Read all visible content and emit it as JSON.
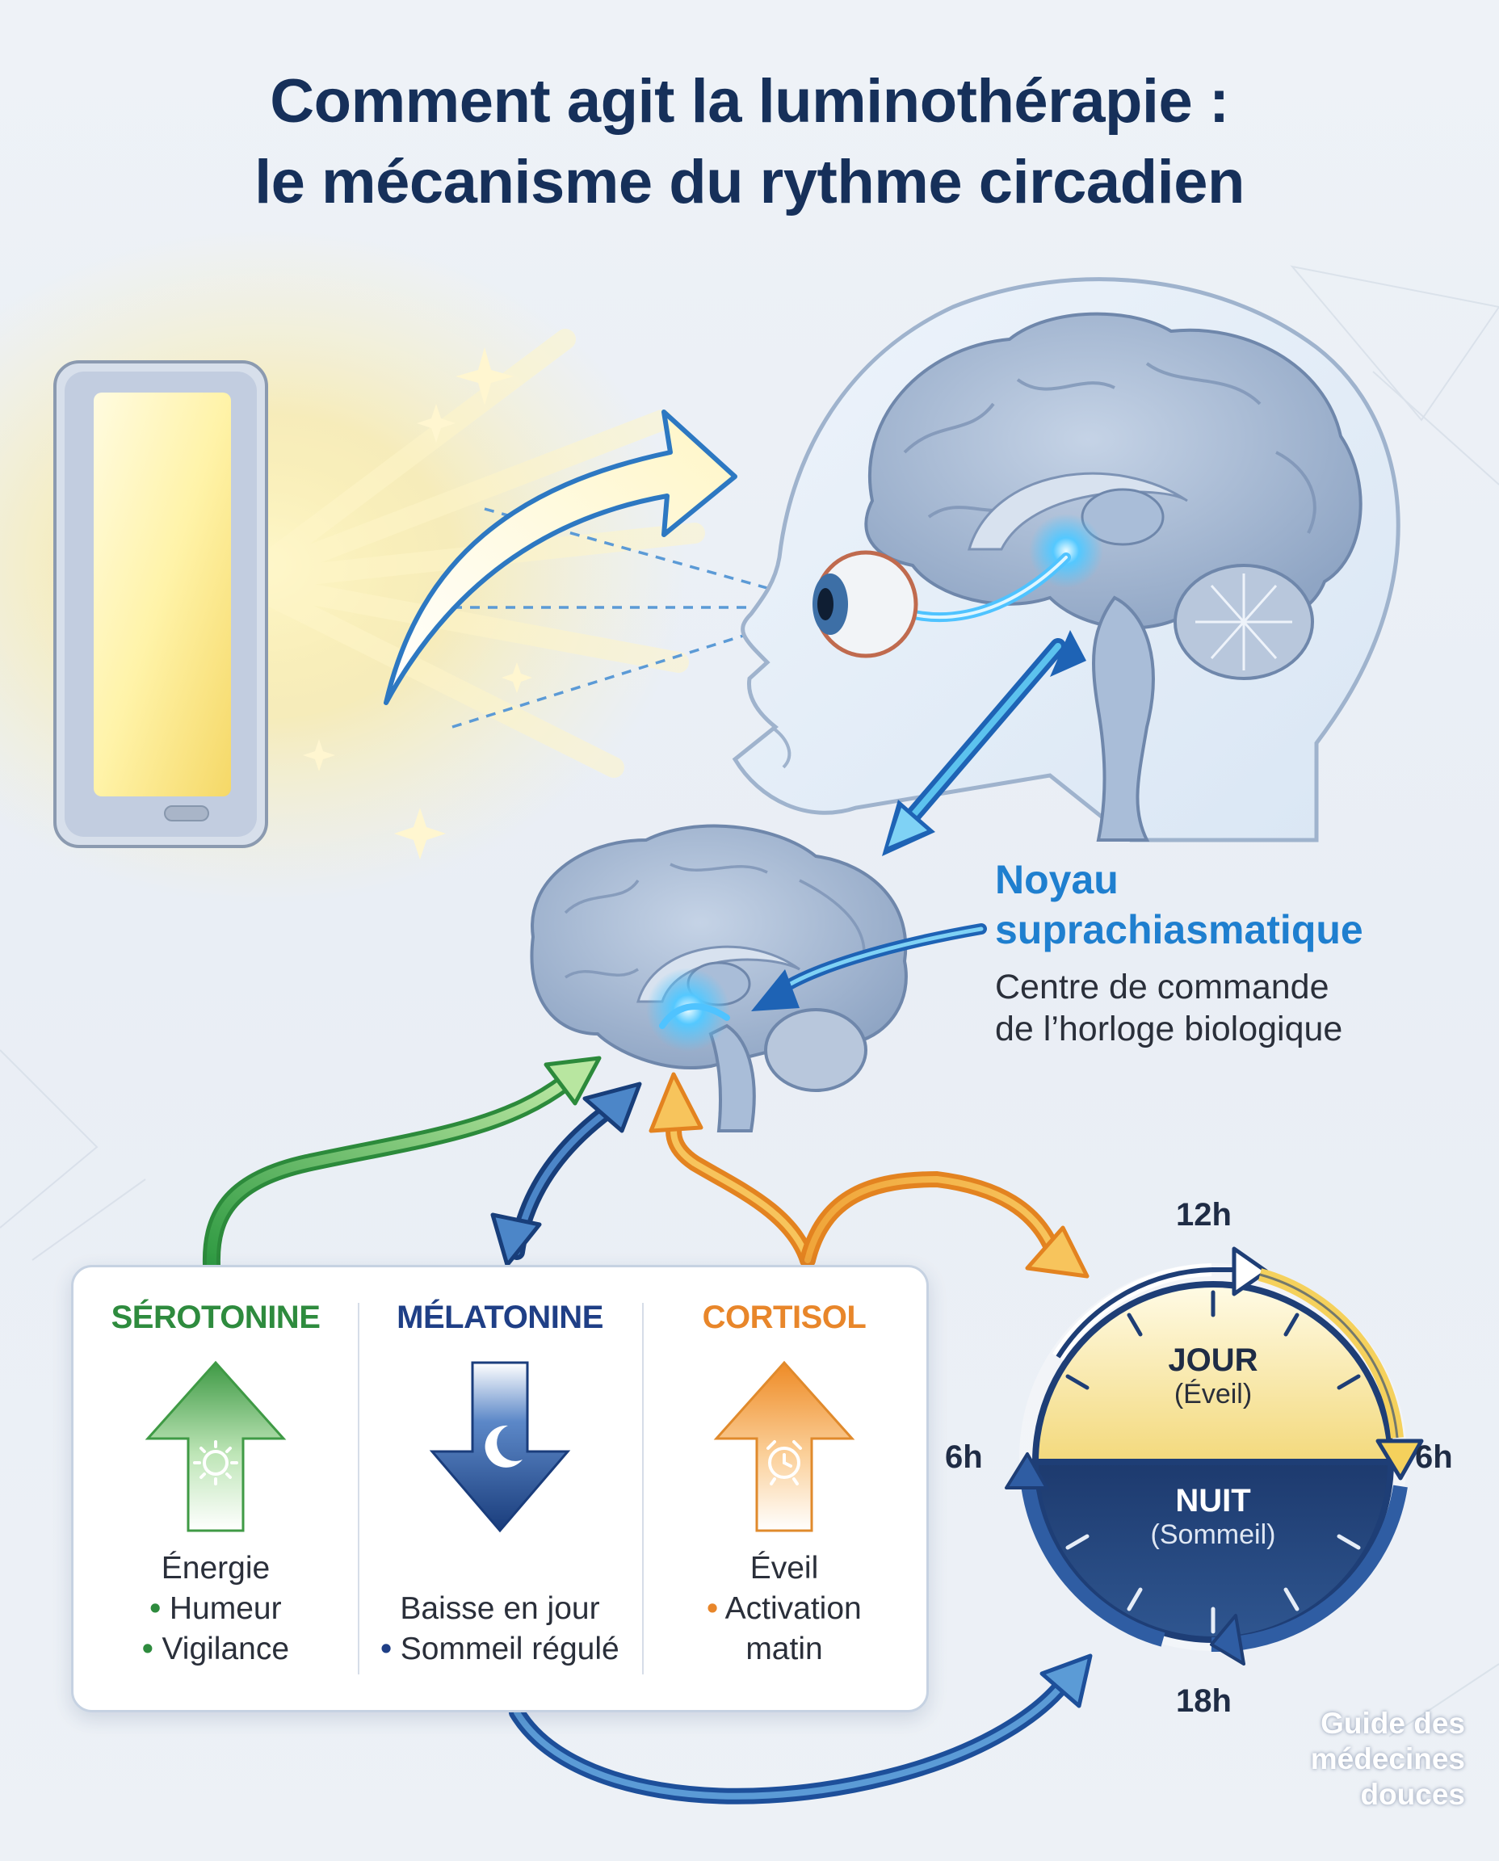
{
  "title": {
    "line1": "Comment agit la luminothérapie :",
    "line2": "le mécanisme du rythme circadien"
  },
  "scn": {
    "title_line1": "Noyau",
    "title_line2": "suprachiasmatique",
    "desc_line1": "Centre de commande",
    "desc_line2": "de l’horloge biologique"
  },
  "hormones": [
    {
      "name": "SÉROTONINE",
      "color": "#2e8b3e",
      "direction": "up",
      "icon": "sun-icon",
      "effects": [
        {
          "bullet": "",
          "text": "Énergie"
        },
        {
          "bullet": "•",
          "text": "Humeur"
        },
        {
          "bullet": "•",
          "text": "Vigilance"
        }
      ]
    },
    {
      "name": "MÉLATONINE",
      "color": "#1f3f86",
      "direction": "down",
      "icon": "moon-icon",
      "effects": [
        {
          "bullet": "",
          "text": "Baisse en jour"
        },
        {
          "bullet": "•",
          "text": "Sommeil régulé"
        }
      ]
    },
    {
      "name": "CORTISOL",
      "color": "#e8862a",
      "direction": "up",
      "icon": "alarm-clock-icon",
      "effects": [
        {
          "bullet": "",
          "text": "Éveil"
        },
        {
          "bullet": "•",
          "text": "Activation"
        },
        {
          "bullet": "",
          "text": "matin"
        }
      ]
    }
  ],
  "clock": {
    "top": "12h",
    "left": "6h",
    "right": "6h",
    "bottom": "18h",
    "day_label": "JOUR",
    "day_sub": "(Éveil)",
    "night_label": "NUIT",
    "night_sub": "(Sommeil)"
  },
  "watermark": [
    "Guide des",
    "médecines",
    "douces"
  ],
  "colors": {
    "title": "#16305a",
    "scn": "#1f7fcf",
    "day": "#f6e7a6",
    "night": "#1c3766",
    "light": "#ffe070"
  }
}
